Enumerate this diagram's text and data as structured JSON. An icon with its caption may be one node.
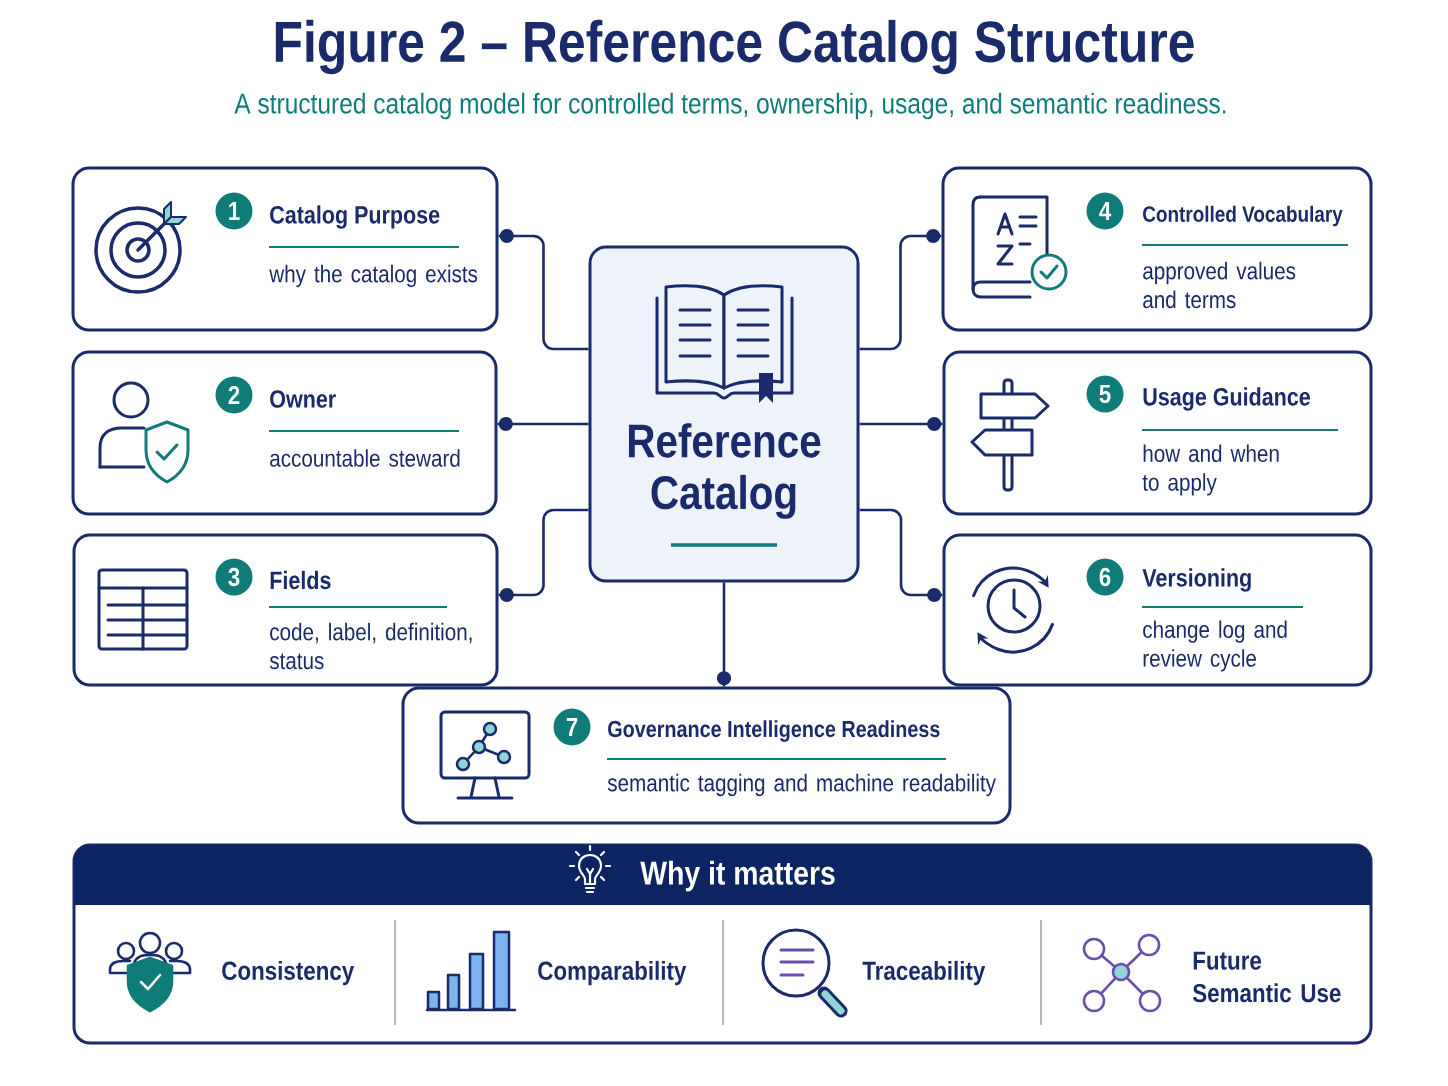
{
  "diagram": {
    "title": "Figure 2 – Reference Catalog Structure",
    "caption": "A structured catalog model for controlled terms, ownership, usage, and semantic readiness.",
    "nodes": [
      {
        "text": [
          "Reference Catalog"
        ]
      },
      {
        "text": [
          "Catalog Purpose",
          "why the catalog exists"
        ]
      },
      {
        "text": [
          "1"
        ],
        "in": 1
      },
      {
        "text": [
          "Owner",
          "accountable steward"
        ]
      },
      {
        "text": [
          "2"
        ],
        "in": 3
      },
      {
        "text": [
          "Fields",
          "code, label, definition, status"
        ]
      },
      {
        "text": [
          "3"
        ],
        "in": 5
      },
      {
        "text": [
          "Controlled Vocabulary",
          "approved values and terms"
        ]
      },
      {
        "text": [
          "4"
        ],
        "in": 7
      },
      {
        "text": [
          "Usage Guidance",
          "how and when to apply"
        ]
      },
      {
        "text": [
          "5"
        ],
        "in": 9
      },
      {
        "text": [
          "Versioning",
          "change log and review cycle"
        ]
      },
      {
        "text": [
          "6"
        ],
        "in": 11
      },
      {
        "text": [
          "Governance Intelligence Readiness",
          "semantic tagging and machine readability"
        ]
      },
      {
        "text": [
          "7"
        ],
        "in": 13
      },
      {
        "text": [
          "Why it matters",
          "Consistency",
          "Comparability",
          "Traceability",
          "Future Semantic Use"
        ]
      }
    ],
    "edges": [
      {
        "from": 0,
        "to": 1,
        "arrow": "other"
      },
      {
        "from": 0,
        "to": 3,
        "arrow": "other"
      },
      {
        "from": 0,
        "to": 5,
        "arrow": "other"
      },
      {
        "from": 0,
        "to": 7,
        "arrow": "other"
      },
      {
        "from": 0,
        "to": 9,
        "arrow": "other"
      },
      {
        "from": 0,
        "to": 11,
        "arrow": "other"
      },
      {
        "from": 0,
        "to": 13,
        "arrow": "other"
      }
    ]
  }
}
